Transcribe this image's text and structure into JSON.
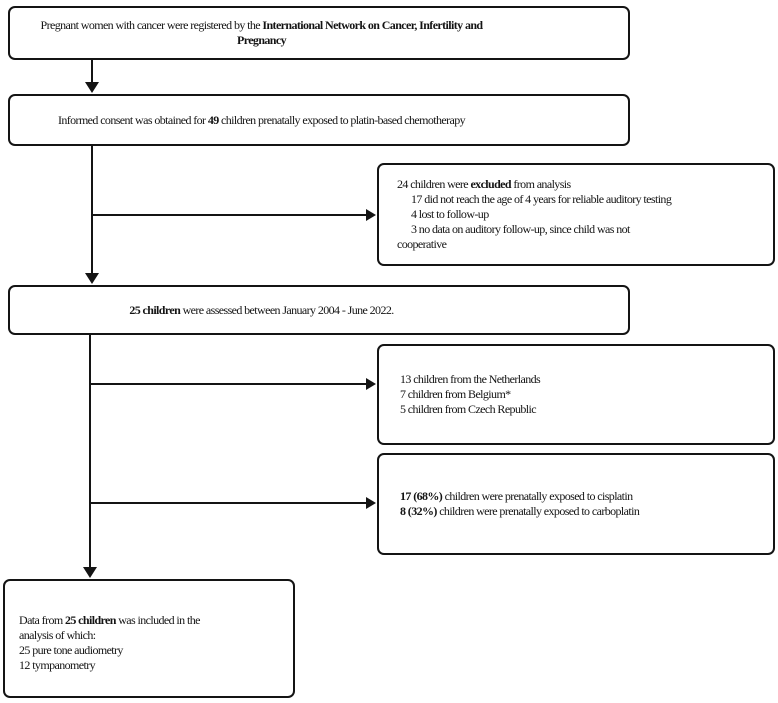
{
  "colors": {
    "border": "#141414",
    "text": "#141414",
    "background": "#ffffff"
  },
  "boxes": {
    "registry": {
      "pre": "Pregnant women with cancer were registered by the ",
      "bold1": "International Network on Cancer, Infertility and",
      "bold2": "Pregnancy"
    },
    "consent": {
      "pre": "Informed consent was obtained for ",
      "bold": "49",
      "post": " children prenatally exposed to platin-based chemotherapy"
    },
    "excluded": {
      "line1_pre": "24 children were ",
      "line1_bold": "excluded",
      "line1_post": " from analysis",
      "line2": "17 did not reach the age of 4 years for reliable auditory testing",
      "line3": "4 lost to follow-up",
      "line4": "3 no data on auditory follow-up, since child was not",
      "line5": "cooperative"
    },
    "assessed": {
      "bold": "25 children",
      "post": " were assessed between January 2004 - June 2022."
    },
    "countries": {
      "line1": "13 children from the Netherlands",
      "line2": "7 children from Belgium*",
      "line3": "5 children from Czech Republic"
    },
    "exposure": {
      "line1_bold": "17 (68%)",
      "line1_post": " children were prenatally exposed to cisplatin",
      "line2_bold": "8 (32%)",
      "line2_post": " children were prenatally exposed to carboplatin"
    },
    "included": {
      "line1_pre": "Data from ",
      "line1_bold": "25 children",
      "line1_post": " was included in the",
      "line2": "analysis of which:",
      "line3": "25 pure tone audiometry",
      "line4": "12 tympanometry"
    }
  }
}
